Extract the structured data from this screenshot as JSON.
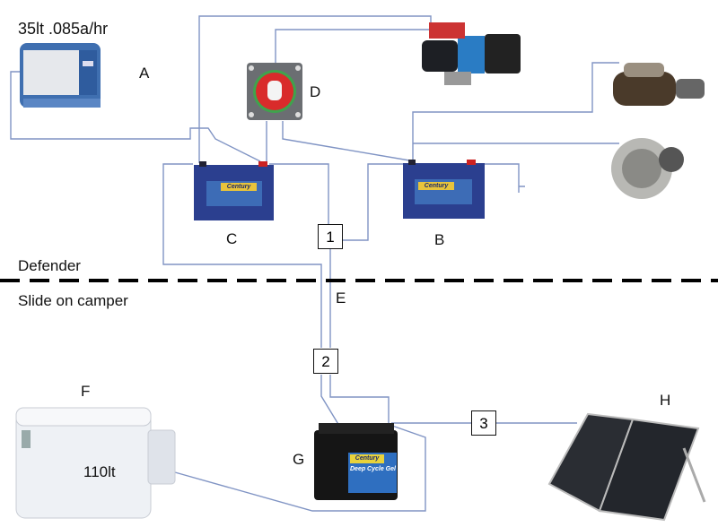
{
  "labels": {
    "fridge_a_spec": "35lt .085a/hr",
    "a": "A",
    "b": "B",
    "c": "C",
    "d": "D",
    "e": "E",
    "f": "F",
    "g": "G",
    "h": "H",
    "fridge_f_capacity": "110lt",
    "defender": "Defender",
    "slide_on_camper": "Slide on camper"
  },
  "junctions": [
    "1",
    "2",
    "3"
  ],
  "battery_brands": {
    "c": "Century",
    "b": "Century",
    "g": "Century",
    "g_model": "Deep Cycle Gel"
  },
  "colors": {
    "wire": "#8094c4",
    "battery_blue": "#2b3f8f",
    "switch_red": "#d92b2b"
  }
}
